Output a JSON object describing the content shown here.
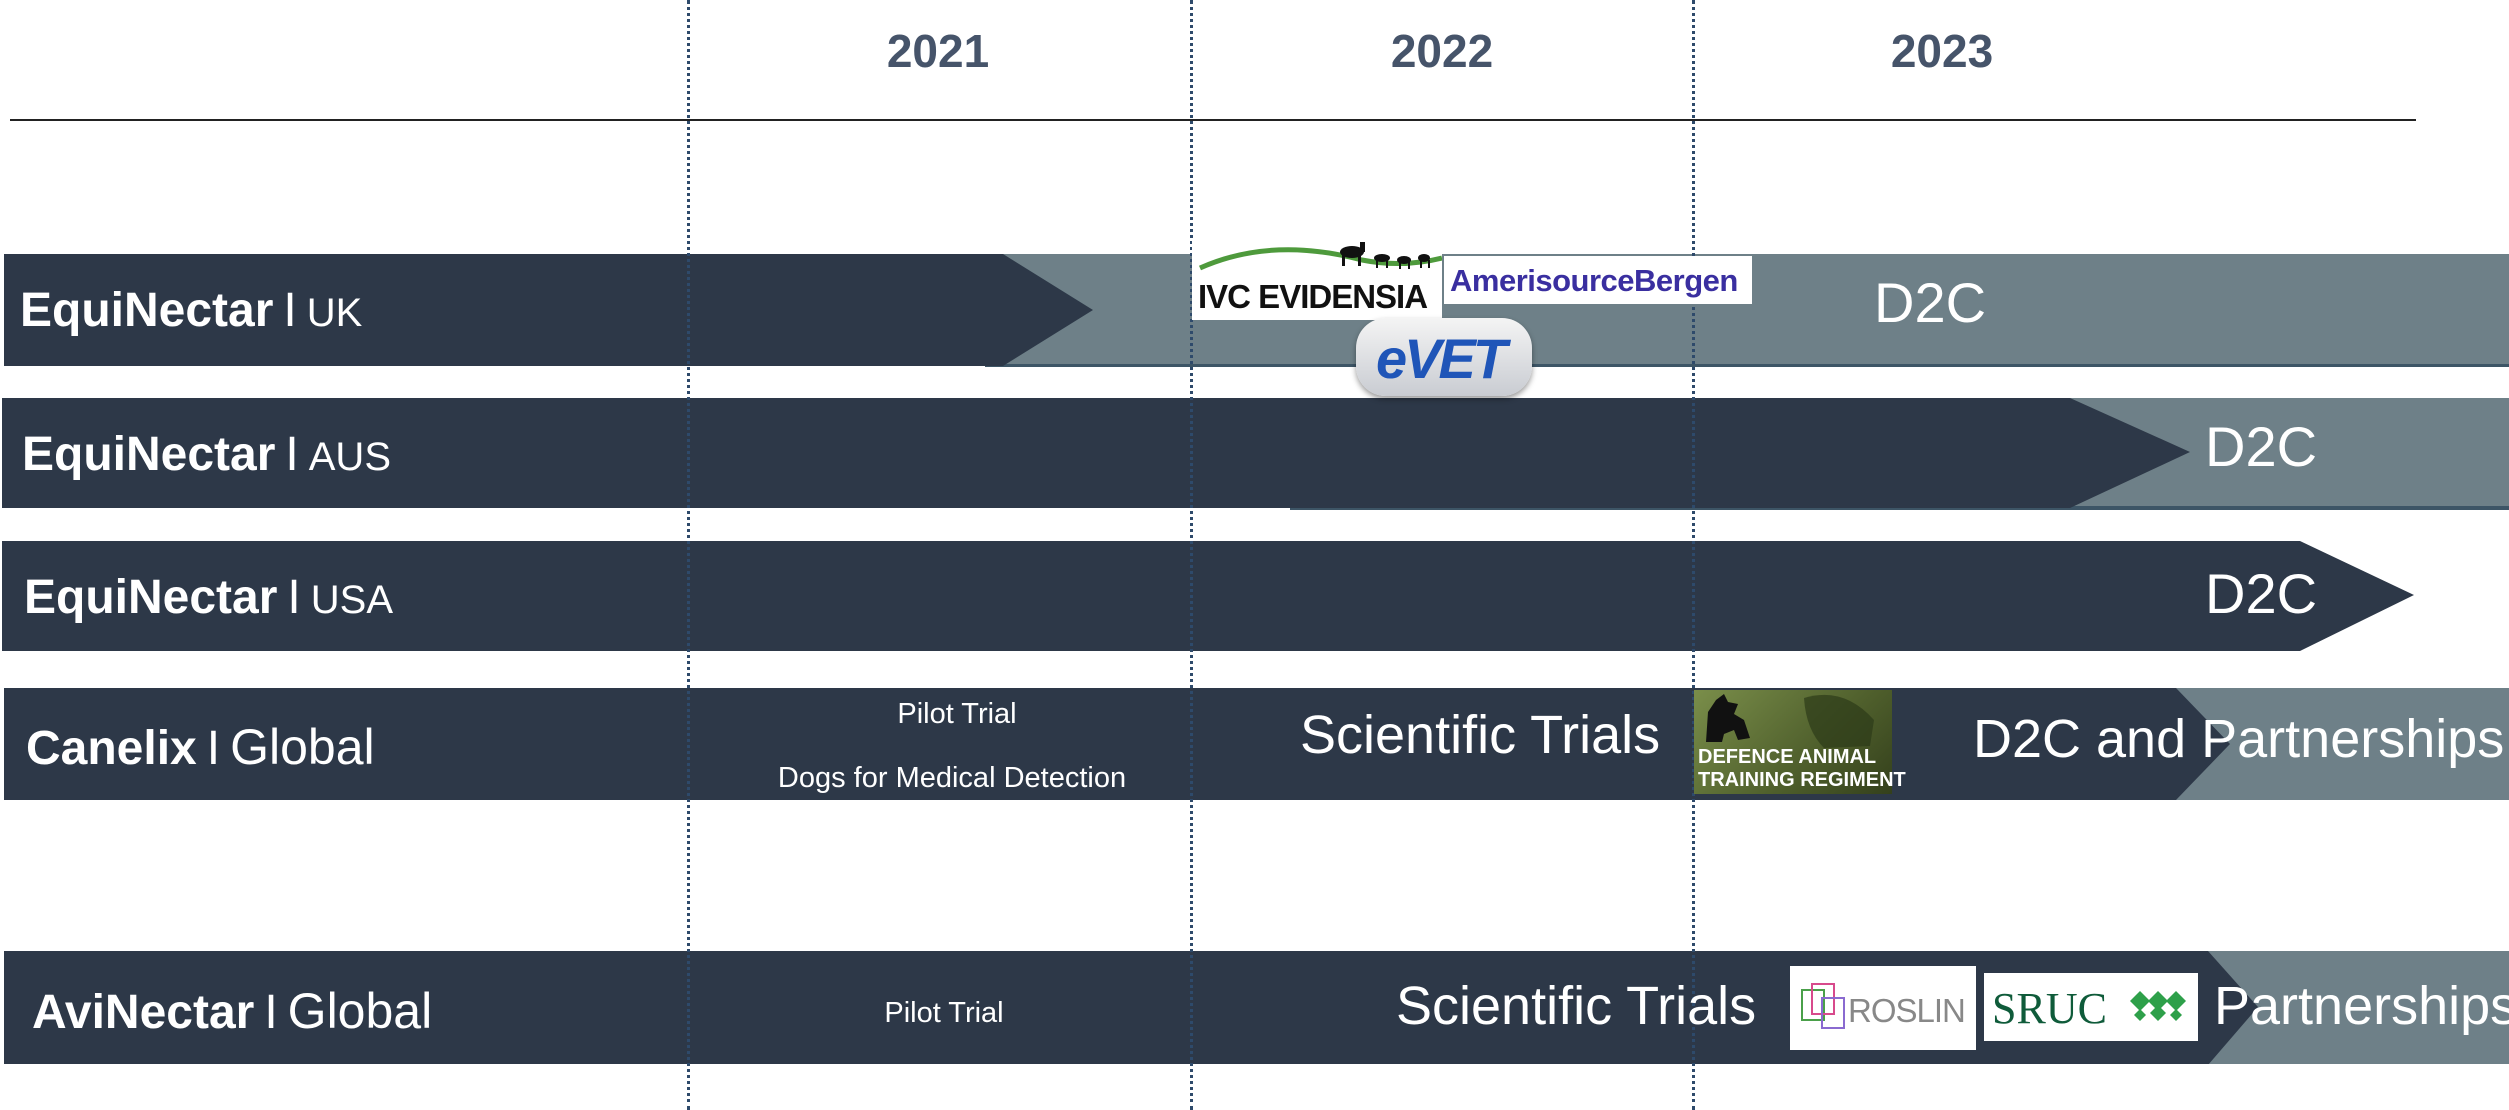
{
  "years": [
    "2021",
    "2022",
    "2023"
  ],
  "separator": "I",
  "rows": [
    {
      "product": "EquiNectar",
      "region": "UK",
      "stage_label": "D2C"
    },
    {
      "product": "EquiNectar",
      "region": "AUS",
      "stage_label": "D2C"
    },
    {
      "product": "EquiNectar",
      "region": "USA",
      "stage_label": "D2C"
    },
    {
      "product": "Canelix",
      "region": "Global",
      "pilot_line1": "Pilot Trial",
      "pilot_line2": "Dogs for Medical Detection",
      "trials_label": "Scientific Trials",
      "stage_label": "D2C and Partnerships"
    },
    {
      "product": "AviNectar",
      "region": "Global",
      "pilot_line1": "Pilot Trial",
      "trials_label": "Scientific Trials",
      "stage_label": "Partnerships"
    }
  ],
  "logos": {
    "ivc": "IVC EVIDENSIA",
    "amerisource": "AmerisourceBergen",
    "evet": "eVET",
    "datr_line1": "DEFENCE ANIMAL",
    "datr_line2": "TRAINING REGIMENT",
    "roslin": "ROSLIN",
    "sruc": "SRUC"
  },
  "colors": {
    "dark_band": "#2d3848",
    "light_band": "#6e8088",
    "year_text": "#46546a"
  }
}
